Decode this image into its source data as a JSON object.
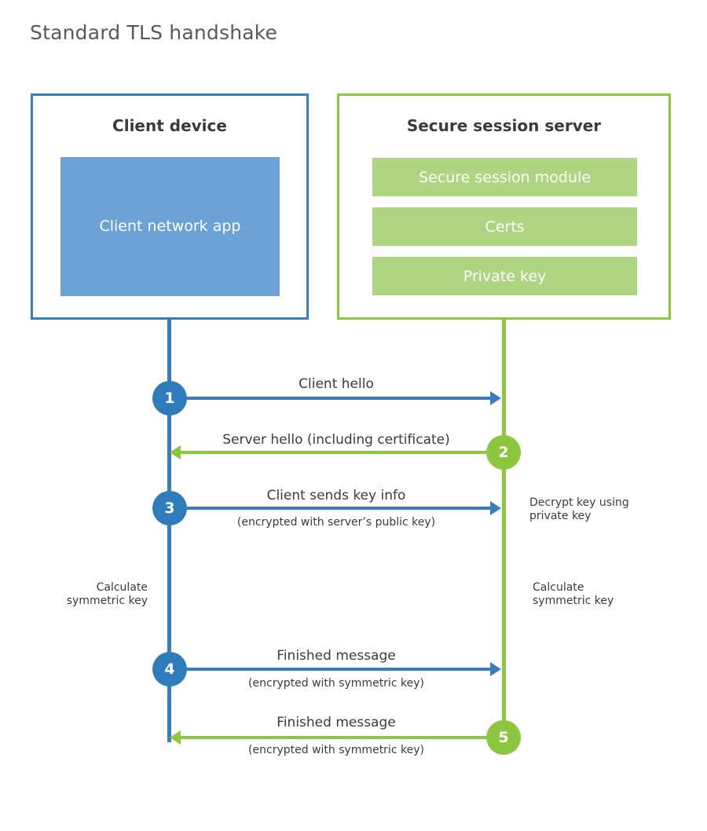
{
  "page": {
    "title": "Standard TLS handshake"
  },
  "colors": {
    "client_blue": "#3a7cbe",
    "client_app_fill": "#6ba3d6",
    "server_green": "#8dc63f",
    "server_bar_fill": "#aed581",
    "step_blue": "#2e7cbc",
    "step_green": "#8dc63f",
    "text_dark": "#3b3b3b",
    "title_gray": "#58595b"
  },
  "client_panel": {
    "title": "Client device",
    "app_label": "Client network app"
  },
  "server_panel": {
    "title": "Secure session server",
    "modules": [
      {
        "label": "Secure session module"
      },
      {
        "label": "Certs"
      },
      {
        "label": "Private key"
      }
    ]
  },
  "steps": [
    {
      "number": "1",
      "label": "Client hello",
      "sublabel": "",
      "direction": "client-to-server",
      "color": "blue"
    },
    {
      "number": "2",
      "label": "Server hello (including certificate)",
      "sublabel": "",
      "direction": "server-to-client",
      "color": "green"
    },
    {
      "number": "3",
      "label": "Client sends key info",
      "sublabel": "(encrypted with server’s public key)",
      "direction": "client-to-server",
      "color": "blue"
    },
    {
      "number": "4",
      "label": "Finished message",
      "sublabel": "(encrypted with symmetric key)",
      "direction": "client-to-server",
      "color": "blue"
    },
    {
      "number": "5",
      "label": "Finished message",
      "sublabel": "(encrypted with symmetric key)",
      "direction": "server-to-client",
      "color": "green"
    }
  ],
  "notes": {
    "decrypt_key": "Decrypt key using\nprivate key",
    "calculate_symmetric_key_client": "Calculate\nsymmetric key",
    "calculate_symmetric_key_server": "Calculate\nsymmetric key"
  }
}
